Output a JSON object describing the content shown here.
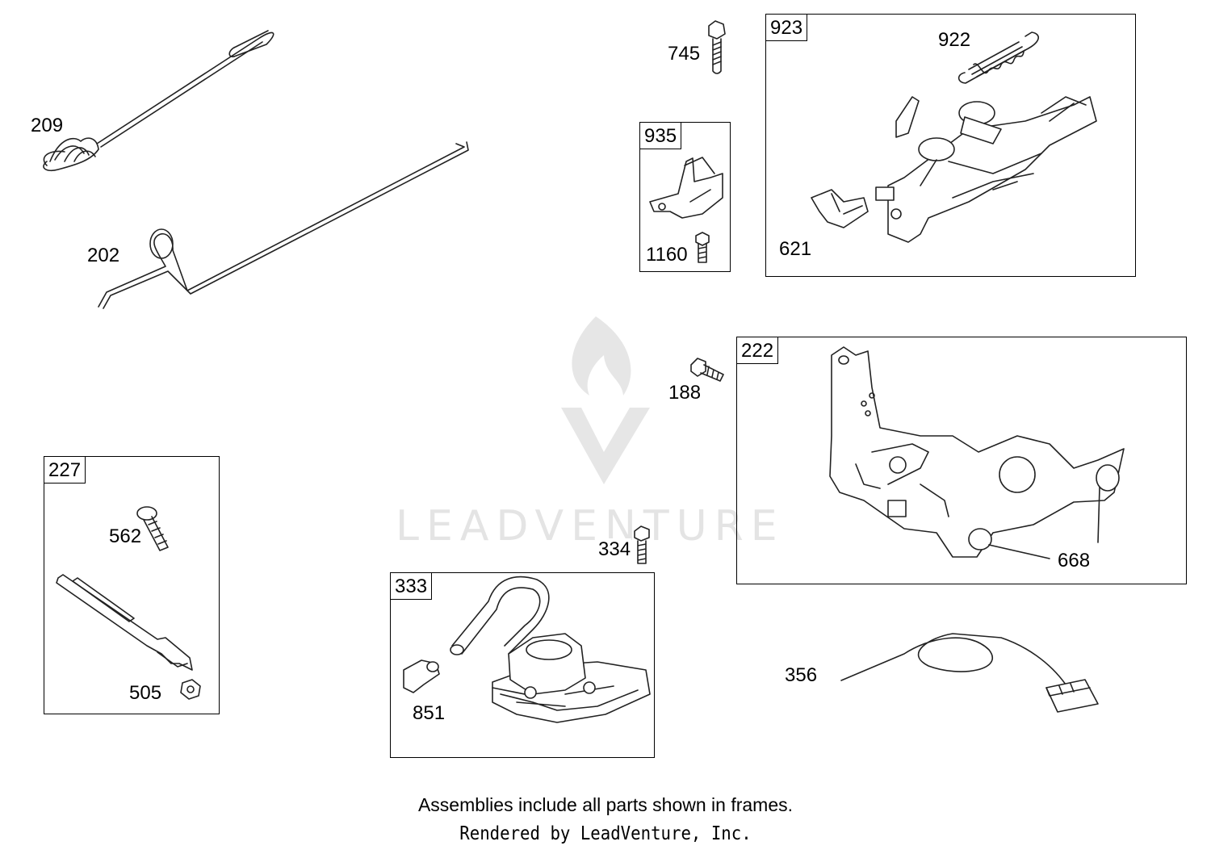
{
  "parts": {
    "p209": "209",
    "p202": "202",
    "p745": "745",
    "p922": "922",
    "p621": "621",
    "p1160": "1160",
    "p188": "188",
    "p668": "668",
    "p562": "562",
    "p505": "505",
    "p334": "334",
    "p851": "851",
    "p356": "356"
  },
  "frames": {
    "f923": "923",
    "f935": "935",
    "f222": "222",
    "f227": "227",
    "f333": "333"
  },
  "notes": {
    "assemblies": "Assemblies include all parts shown in frames.",
    "rendered_by": "Rendered by LeadVenture, Inc."
  },
  "watermark": {
    "text": "LEADVENTURE",
    "color": "#e4e4e4"
  }
}
